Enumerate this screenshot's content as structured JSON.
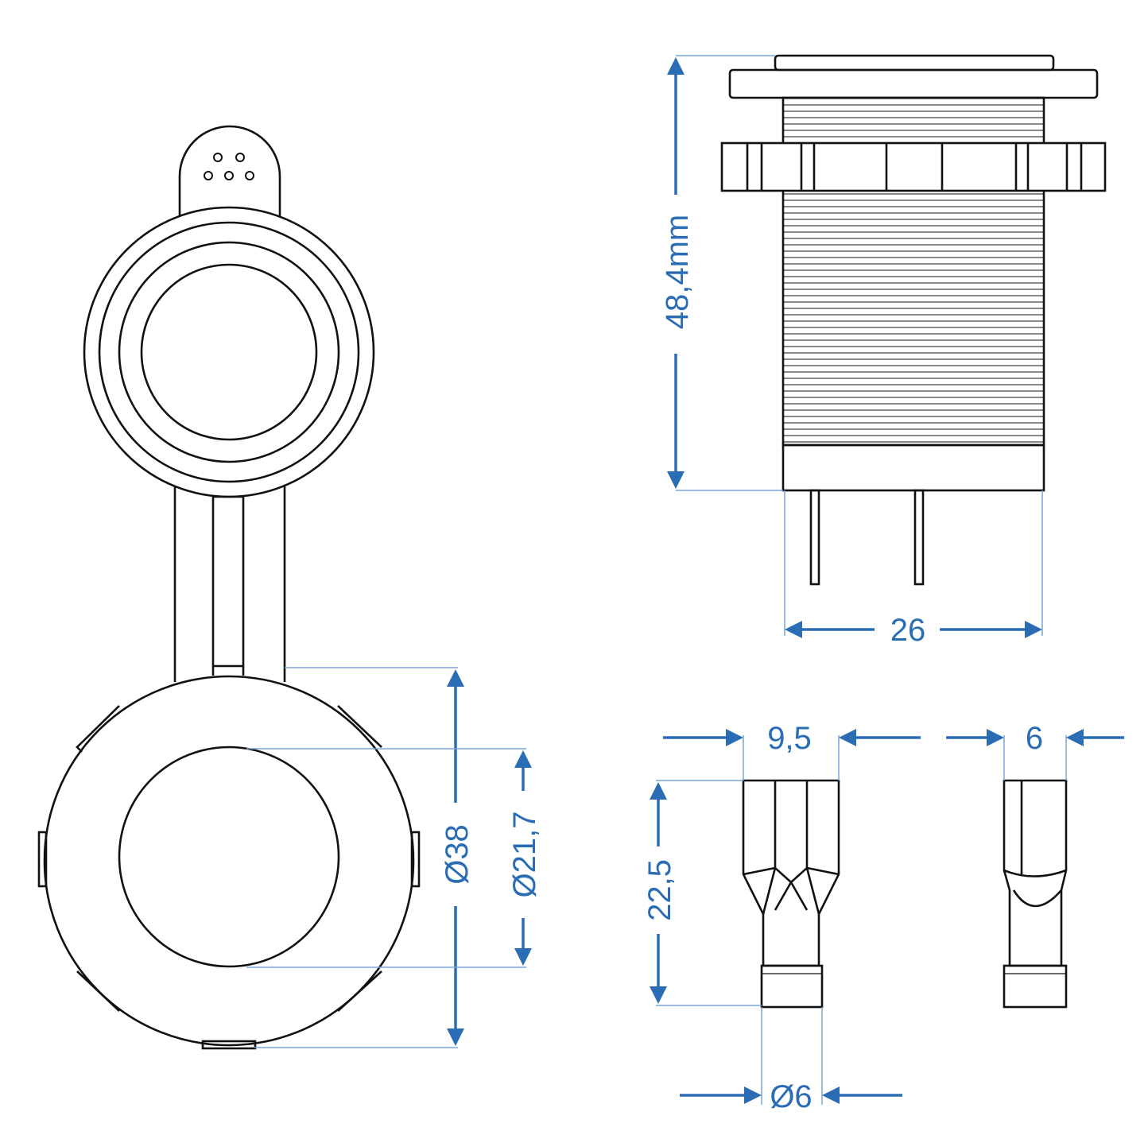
{
  "dimensions": {
    "height": "48,4mm",
    "body_width": "26",
    "outer_diameter": "Ø38",
    "inner_diameter": "Ø21,7",
    "terminal_width_wide": "9,5",
    "terminal_width_narrow": "6",
    "terminal_length": "22,5",
    "terminal_base_diameter": "Ø6"
  },
  "colors": {
    "dimension": "#2a6db5",
    "outline": "#111111"
  }
}
